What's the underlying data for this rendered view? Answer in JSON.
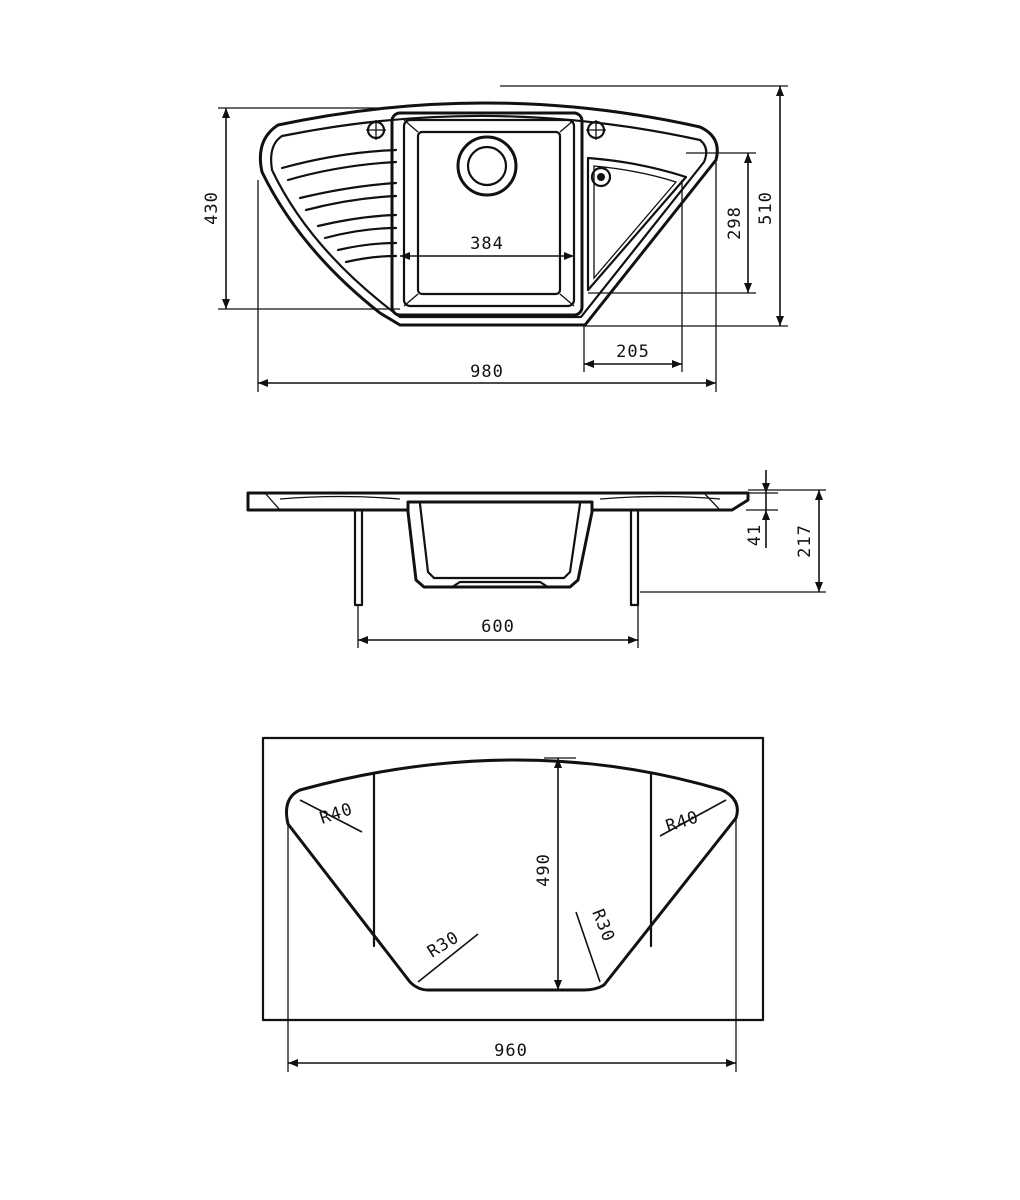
{
  "top_view": {
    "overall_width": "980",
    "depth_front": "430",
    "depth_total": "510",
    "bowl_width": "384",
    "drainer_depth": "298",
    "drainer_width": "205"
  },
  "side_view": {
    "rim_height": "41",
    "total_height": "217",
    "leg_spacing": "600"
  },
  "cutout_view": {
    "width": "960",
    "depth": "490",
    "radius_corner_left": "R40",
    "radius_corner_right": "R40",
    "radius_inner_left": "R30",
    "radius_inner_right": "R30"
  }
}
